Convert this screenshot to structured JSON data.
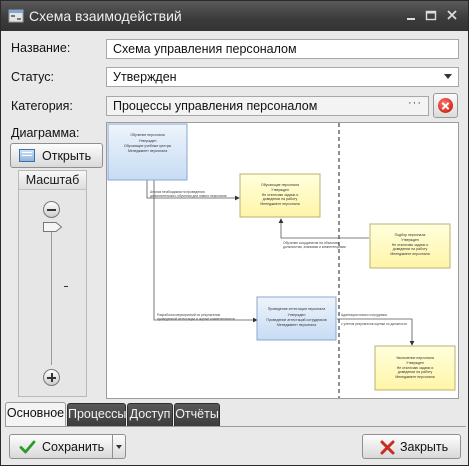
{
  "window": {
    "title": "Схема взаимодействий"
  },
  "form": {
    "name_label": "Название:",
    "name_value": "Схема управления персоналом",
    "status_label": "Статус:",
    "status_value": "Утвержден",
    "category_label": "Категория:",
    "category_value": "Процессы управления персоналом",
    "category_browse": "···",
    "diagram_label": "Диаграмма:",
    "open_button": "Открыть"
  },
  "zoom": {
    "title": "Масштаб"
  },
  "diagram": {
    "boxes": [
      {
        "title": "Обучение персонала",
        "lines": [
          "Утвержден",
          "Обучающие учебные центры",
          "Менеджмент персонала"
        ],
        "style": "blue"
      },
      {
        "title": "Обучающие персонала",
        "lines": [
          "Утвержден",
          "Не отключаю задачи и",
          "доведении на работу",
          "Менеджмент персонала"
        ],
        "style": "yellow"
      },
      {
        "title": "Подбор персонала",
        "lines": [
          "Утвержден",
          "Не отключаю задачи и",
          "доведении на работу",
          "Менеджмент персонала"
        ],
        "style": "yellow"
      },
      {
        "title": "Проведение аттестации персонала",
        "lines": [
          "Утвержден",
          "Проведение аттестаций сотрудников",
          "Менеджмент персонала"
        ],
        "style": "blue"
      },
      {
        "title": "Увольнение персонала",
        "lines": [
          "Утвержден",
          "Не отключаю задачи и",
          "доведении на работу",
          "Менеджмент персонала"
        ],
        "style": "yellow"
      }
    ],
    "connector_labels": [
      "Анализ необходимости проведения",
      "дополнительного обучения для нового персонала",
      "Обучение координатов на объективе",
      "должностям, знаниями и компетенциями",
      "Разработка мероприятий по результатам",
      "проведенной аттестации и оценке компетентности",
      "Адаптация нового сотрудника",
      "с учетом результатов оценки по должности"
    ]
  },
  "tabs": [
    {
      "label": "Основное",
      "active": true
    },
    {
      "label": "Процессы",
      "active": false
    },
    {
      "label": "Доступ",
      "active": false
    },
    {
      "label": "Отчёты",
      "active": false
    }
  ],
  "footer": {
    "save_button": "Сохранить",
    "close_button": "Закрыть"
  },
  "colors": {
    "box_blue": "#dbe8f8",
    "box_yellow": "#ffffc4",
    "save_icon": "#2b9a2b",
    "close_icon": "#c62d20"
  }
}
